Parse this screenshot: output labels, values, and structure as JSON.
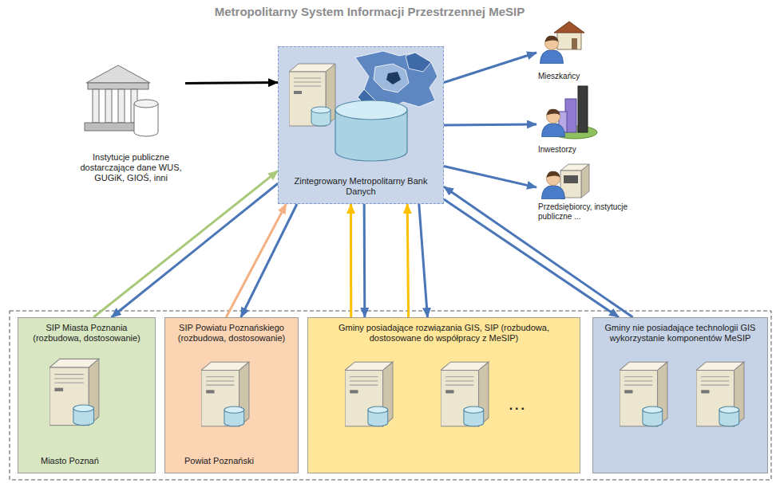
{
  "diagram": {
    "title": "Metropolitarny System Informacji Przestrzennej MeSIP",
    "nodes": [
      {
        "text": [
          "Instytucje publiczne dostarczające dane WUS, GUGiK, GIOŚ, inni"
        ]
      },
      {
        "text": [
          "Zintegrowany Metropolitarny Bank Danych"
        ]
      },
      {
        "text": [
          "Mieszkańcy"
        ]
      },
      {
        "text": [
          "Inwestorzy"
        ]
      },
      {
        "text": [
          "Przedsiębiorcy, instytucje publiczne ..."
        ]
      },
      {
        "text": [
          "SIP Miasta Poznania (rozbudowa, dostosowanie)",
          "Miasto Poznań"
        ]
      },
      {
        "text": [
          "SIP Powiatu Poznańskiego (rozbudowa, dostosowanie)",
          "Powiat Poznański"
        ]
      },
      {
        "text": [
          "Gminy posiadające rozwiązania GIS, SIP (rozbudowa, dostosowane do współpracy z MeSIP)",
          "..."
        ]
      },
      {
        "text": [
          "Gminy nie posiadające technologii GIS wykorzystanie komponentów MeSIP"
        ]
      }
    ],
    "edges": [
      {
        "from": 0,
        "to": 1,
        "arrow": "to"
      },
      {
        "from": 1,
        "to": 2,
        "arrow": "to"
      },
      {
        "from": 1,
        "to": 3,
        "arrow": "to"
      },
      {
        "from": 1,
        "to": 4,
        "arrow": "to"
      },
      {
        "from": 5,
        "to": 1,
        "arrow": "to"
      },
      {
        "from": 1,
        "to": 5,
        "arrow": "to"
      },
      {
        "from": 6,
        "to": 1,
        "arrow": "to"
      },
      {
        "from": 1,
        "to": 6,
        "arrow": "to"
      },
      {
        "from": 7,
        "to": 1,
        "arrow": "to"
      },
      {
        "from": 1,
        "to": 7,
        "arrow": "to"
      },
      {
        "from": 7,
        "to": 1,
        "arrow": "to"
      },
      {
        "from": 1,
        "to": 7,
        "arrow": "to"
      },
      {
        "from": 1,
        "to": 8,
        "arrow": "to"
      },
      {
        "from": 8,
        "to": 1,
        "arrow": "to"
      }
    ]
  }
}
